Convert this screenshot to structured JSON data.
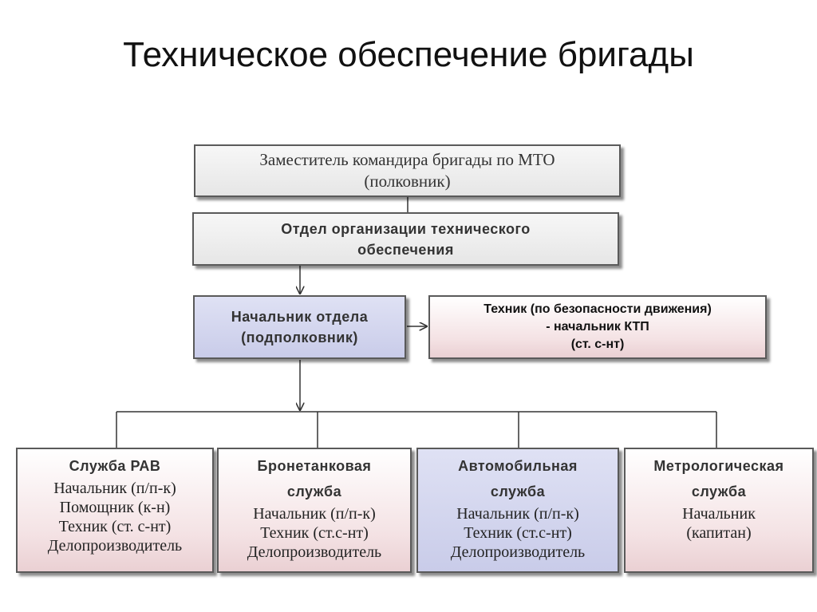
{
  "title": "Техническое обеспечение бригады",
  "deputy": {
    "line1": "Заместитель командира бригады по МТО",
    "line2": "(полковник)"
  },
  "department": {
    "line1": "Отдел организации технического",
    "line2": "обеспечения"
  },
  "head": {
    "line1": "Начальник отдела",
    "line2": "(подполковник)"
  },
  "technician": {
    "line1": "Техник (по безопасности движения)",
    "line2": "- начальник КТП",
    "line3": "(ст. с-нт)"
  },
  "services": [
    {
      "title_lines": [
        "Служба РАВ"
      ],
      "staff": [
        "Начальник (п/п-к)",
        "Помощник (к-н)",
        "Техник (ст. с-нт)",
        "Делопроизводитель"
      ]
    },
    {
      "title_lines": [
        "Бронетанковая",
        "служба"
      ],
      "staff": [
        "Начальник (п/п-к)",
        "Техник (ст.с-нт)",
        "Делопроизводитель"
      ]
    },
    {
      "title_lines": [
        "Автомобильная",
        "служба"
      ],
      "staff": [
        "Начальник (п/п-к)",
        "Техник (ст.с-нт)",
        "Делопроизводитель"
      ]
    },
    {
      "title_lines": [
        "Метрологическая",
        "служба"
      ],
      "staff": [
        "Начальник",
        "(капитан)"
      ]
    }
  ],
  "colors": {
    "grey_box": "#ebebeb",
    "blue_box": "#cfd2ec",
    "pink_box": "#f1dde0",
    "border": "#5a5a5a"
  }
}
